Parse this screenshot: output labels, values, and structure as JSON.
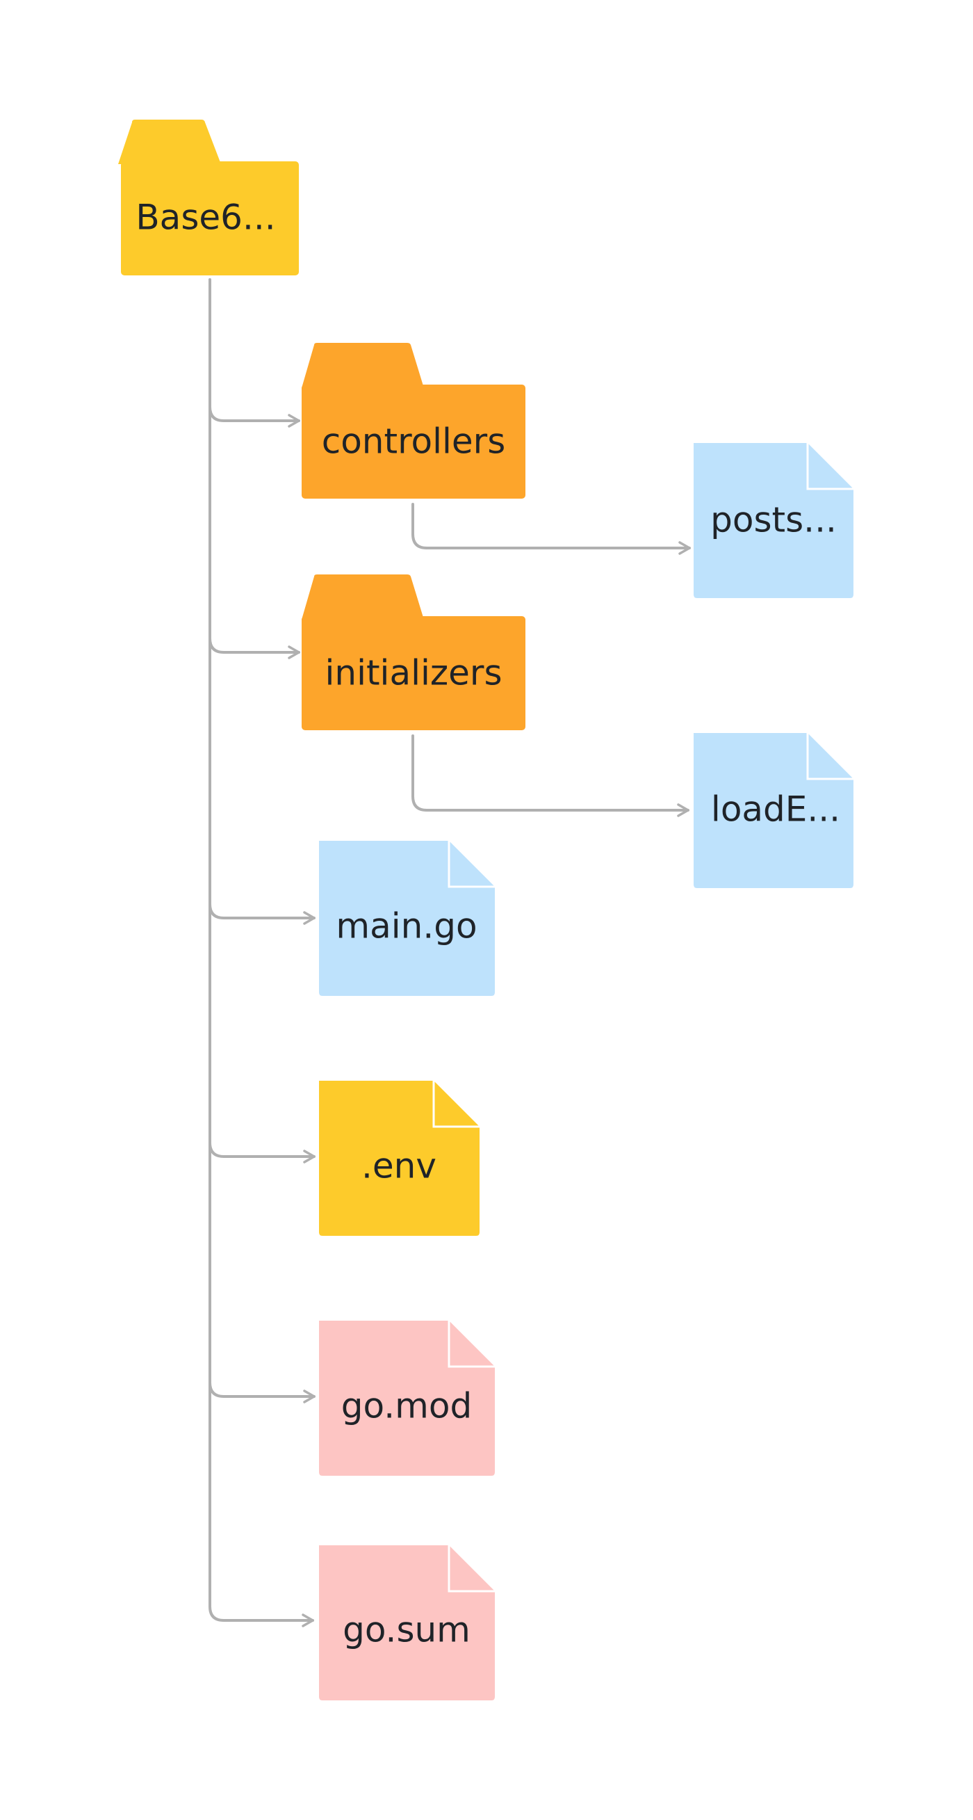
{
  "colors": {
    "root_folder": "#FDCB2B",
    "subfolder": "#FDA52B",
    "go_file": "#BEE2FC",
    "env_file": "#FDCB2B",
    "module_file": "#FDC5C3",
    "connector": "#b0b0b0",
    "label": "#1f2328"
  },
  "tree": {
    "root": {
      "label": "Base6...",
      "kind": "folder",
      "icon": "folder-icon"
    },
    "children": [
      {
        "label": "controllers",
        "kind": "folder",
        "icon": "folder-icon",
        "children": [
          {
            "label": "posts...",
            "kind": "file",
            "icon": "file-icon"
          }
        ]
      },
      {
        "label": "initializers",
        "kind": "folder",
        "icon": "folder-icon",
        "children": [
          {
            "label": "loadE...",
            "kind": "file",
            "icon": "file-icon"
          }
        ]
      },
      {
        "label": "main.go",
        "kind": "file",
        "icon": "file-icon"
      },
      {
        "label": ".env",
        "kind": "file",
        "icon": "file-icon"
      },
      {
        "label": "go.mod",
        "kind": "file",
        "icon": "file-icon"
      },
      {
        "label": "go.sum",
        "kind": "file",
        "icon": "file-icon"
      }
    ]
  }
}
